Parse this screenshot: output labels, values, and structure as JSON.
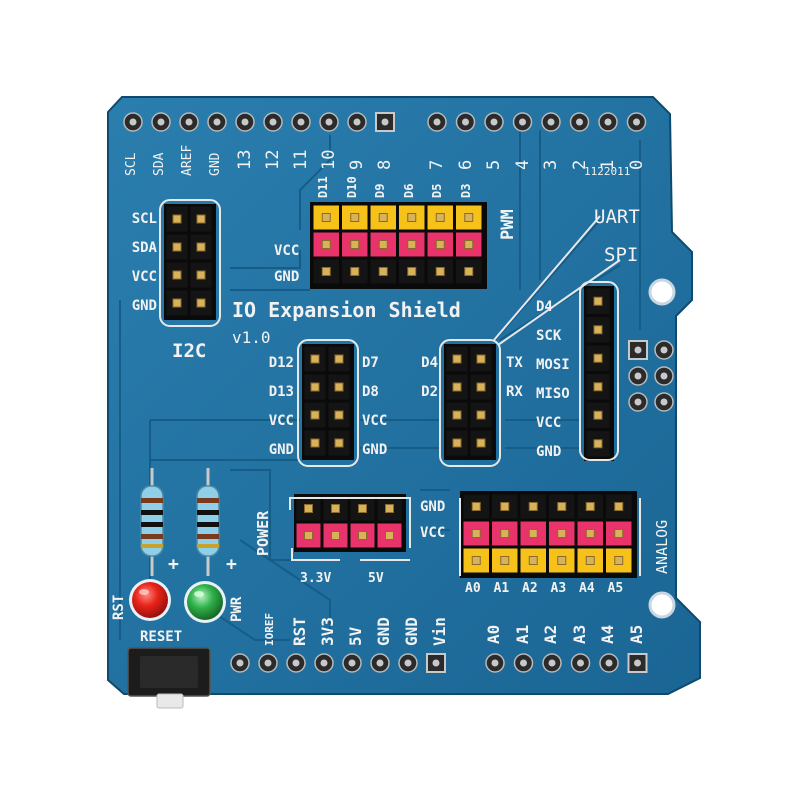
{
  "board": {
    "title": "IO Expansion Shield",
    "version": "v1.0",
    "code": "1122011",
    "colors": {
      "pcb": "#1f6f9f",
      "pcb_dark": "#15567d",
      "header_black": "#141414",
      "header_red": "#e8336b",
      "header_yellow": "#f6c21a",
      "silk": "#f2f2f2",
      "led_red": "#e8231a",
      "led_green": "#2fb24a"
    }
  },
  "top_pin_labels": [
    "SCL",
    "SDA",
    "AREF",
    "GND",
    "13",
    "12",
    "11",
    "10",
    "9",
    "8",
    "7",
    "6",
    "5",
    "4",
    "3",
    "2",
    "1",
    "0"
  ],
  "pwm": {
    "label": "PWM",
    "pins": [
      "D11",
      "D10",
      "D9",
      "D6",
      "D5",
      "D3"
    ],
    "vcc": "VCC",
    "gnd": "GND"
  },
  "i2c": {
    "label": "I2C",
    "pins": [
      "SCL",
      "SDA",
      "VCC",
      "GND"
    ]
  },
  "uart": {
    "label": "UART"
  },
  "spi": {
    "label": "SPI",
    "pins": [
      "D4",
      "SCK",
      "MOSI",
      "MISO",
      "VCC",
      "GND"
    ]
  },
  "dig_left": {
    "left_labels": [
      "D12",
      "D13",
      "VCC",
      "GND"
    ],
    "right_labels": [
      "D7",
      "D8",
      "VCC",
      "GND"
    ]
  },
  "dig_mid": {
    "left_labels": [
      "D4",
      "D2"
    ],
    "right_labels": [
      "TX",
      "RX"
    ]
  },
  "power": {
    "label": "POWER",
    "gnd": "GND",
    "vcc": "VCC",
    "v33": "3.3V",
    "v5": "5V"
  },
  "analog": {
    "label": "ANALOG",
    "pins": [
      "A0",
      "A1",
      "A2",
      "A3",
      "A4",
      "A5"
    ]
  },
  "bottom_power_labels": [
    "IOREF",
    "RST",
    "3V3",
    "5V",
    "GND",
    "GND",
    "Vin"
  ],
  "bottom_analog_labels": [
    "A0",
    "A1",
    "A2",
    "A3",
    "A4",
    "A5"
  ],
  "leds": {
    "rst": "RST",
    "pwr": "PWR",
    "plus": "+"
  },
  "reset_label": "RESET"
}
